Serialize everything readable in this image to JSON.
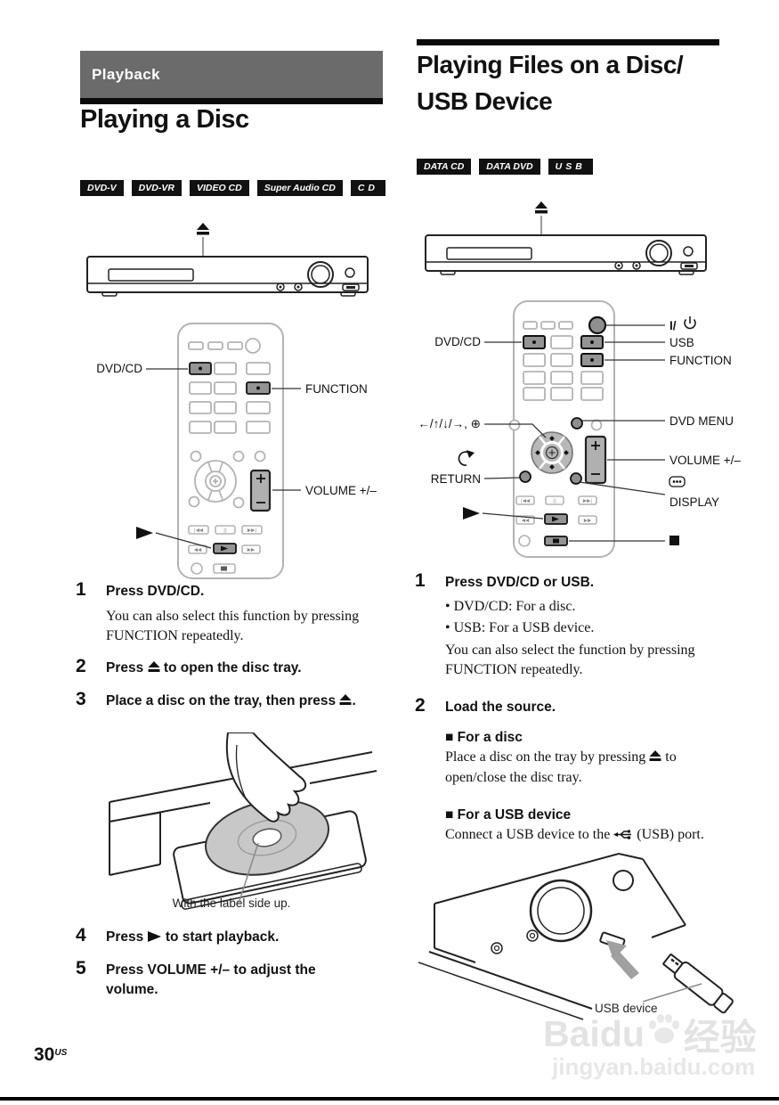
{
  "page": {
    "number": "30",
    "region": "US"
  },
  "watermark": {
    "brand": "Baidu",
    "cn": "经验",
    "url": "jingyan.baidu.com"
  },
  "left": {
    "banner": "Playback",
    "title": "Playing a Disc",
    "badges": [
      "DVD-V",
      "DVD-VR",
      "VIDEO CD",
      "Super Audio CD",
      "CD"
    ],
    "remote": {
      "dvd_cd": "DVD/CD",
      "function": "FUNCTION",
      "volume": "VOLUME +/–"
    },
    "steps": {
      "s1": {
        "num": "1",
        "heading": "Press DVD/CD.",
        "body": "You can also select this function by pressing FUNCTION repeatedly."
      },
      "s2": {
        "num": "2",
        "pre": "Press ",
        "post": " to open the disc tray."
      },
      "s3": {
        "num": "3",
        "pre": "Place a disc on the tray, then press ",
        "post": "."
      },
      "s4": {
        "num": "4",
        "pre": "Press ",
        "post": " to start playback."
      },
      "s5": {
        "num": "5",
        "heading": "Press VOLUME +/– to adjust the volume."
      }
    },
    "disc_caption": "With the label side up."
  },
  "right": {
    "title1": "Playing Files on a Disc/",
    "title2": "USB Device",
    "badges": [
      "DATA CD",
      "DATA DVD",
      "USB"
    ],
    "remote": {
      "power_prefix": "I/",
      "dvd_cd": "DVD/CD",
      "usb": "USB",
      "function": "FUNCTION",
      "dpad": "←/↑/↓/→, ⊕",
      "dvd_menu": "DVD MENU",
      "return": "RETURN",
      "volume": "VOLUME +/–",
      "display": "DISPLAY"
    },
    "steps": {
      "s1": {
        "num": "1",
        "heading": "Press DVD/CD or USB.",
        "bullet1": "• DVD/CD: For a disc.",
        "bullet2": "• USB: For a USB device.",
        "body": "You can also select the function by pressing FUNCTION repeatedly."
      },
      "s2": {
        "num": "2",
        "heading": "Load the source.",
        "disc_heading": "■ For a disc",
        "disc_pre": "Place a disc on the tray by pressing ",
        "disc_post": " to open/close the disc tray.",
        "usb_heading": "■ For a USB device",
        "usb_pre": "Connect a USB device to the ",
        "usb_post": " (USB) port."
      }
    },
    "usb_caption": "USB device"
  },
  "glyphs": {
    "prev": "|◀◀",
    "pause": "||",
    "next": "▶▶|",
    "rew": "◀◀",
    "ff": "▶▶",
    "stop": "■"
  }
}
